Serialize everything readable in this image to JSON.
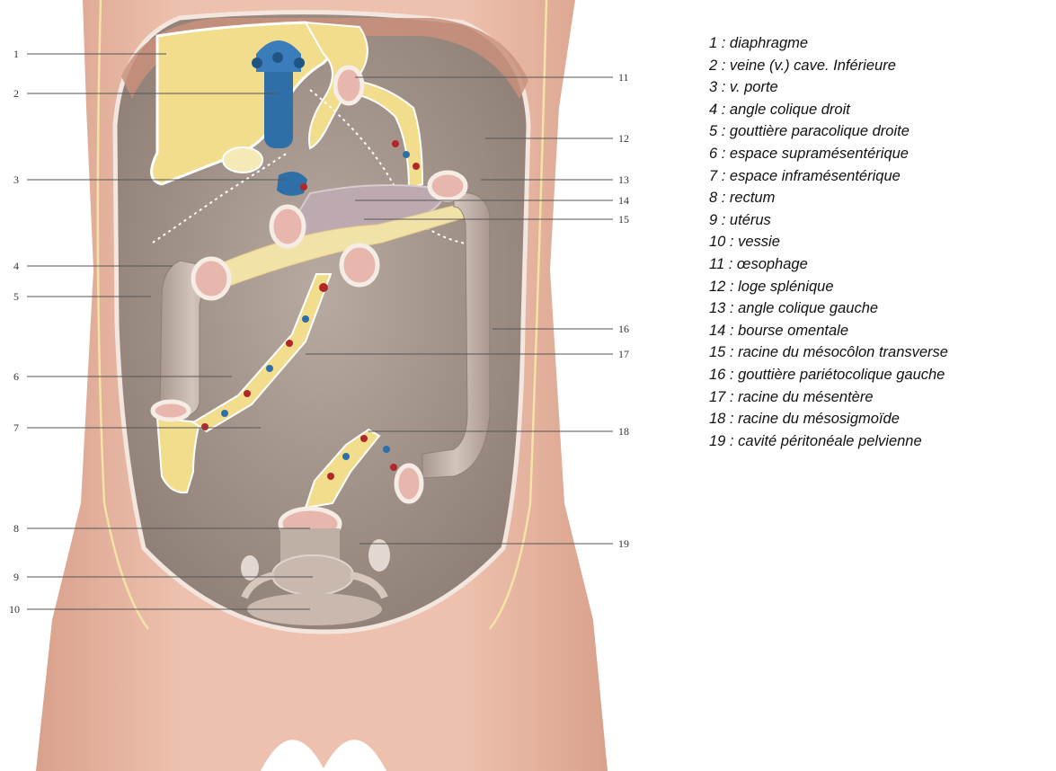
{
  "colors": {
    "skin": "#e9b7a2",
    "skin_dark": "#c98f79",
    "cavity": "#a9998f",
    "organ": "#bcaea5",
    "ligament": "#f1dd8c",
    "vein": "#2f6fa8",
    "artery": "#b3262a",
    "organ_rim": "#f6ece6",
    "lumen": "#e7b7ad",
    "leader": "#555555"
  },
  "diagram": {
    "labels": [
      "1",
      "2",
      "3",
      "4",
      "5",
      "6",
      "7",
      "8",
      "9",
      "10",
      "11",
      "12",
      "13",
      "14",
      "15",
      "16",
      "17",
      "18",
      "19"
    ]
  },
  "legend": [
    "1 : diaphragme",
    "2 : veine (v.) cave. Inférieure",
    "3 : v. porte",
    "4 : angle colique droit",
    "5 : gouttière paracolique droite",
    "6 : espace supramésentérique",
    "7 : espace inframésentérique",
    "8 : rectum",
    "9 : utérus",
    "10 : vessie",
    "11 : œsophage",
    "12 : loge splénique",
    "13 : angle colique gauche",
    "14 : bourse omentale",
    "15 : racine du mésocôlon transverse",
    "16 : gouttière pariétocolique gauche",
    "17 : racine du mésentère",
    "18 : racine du mésosigmoïde",
    "19 : cavité péritonéale pelvienne"
  ]
}
